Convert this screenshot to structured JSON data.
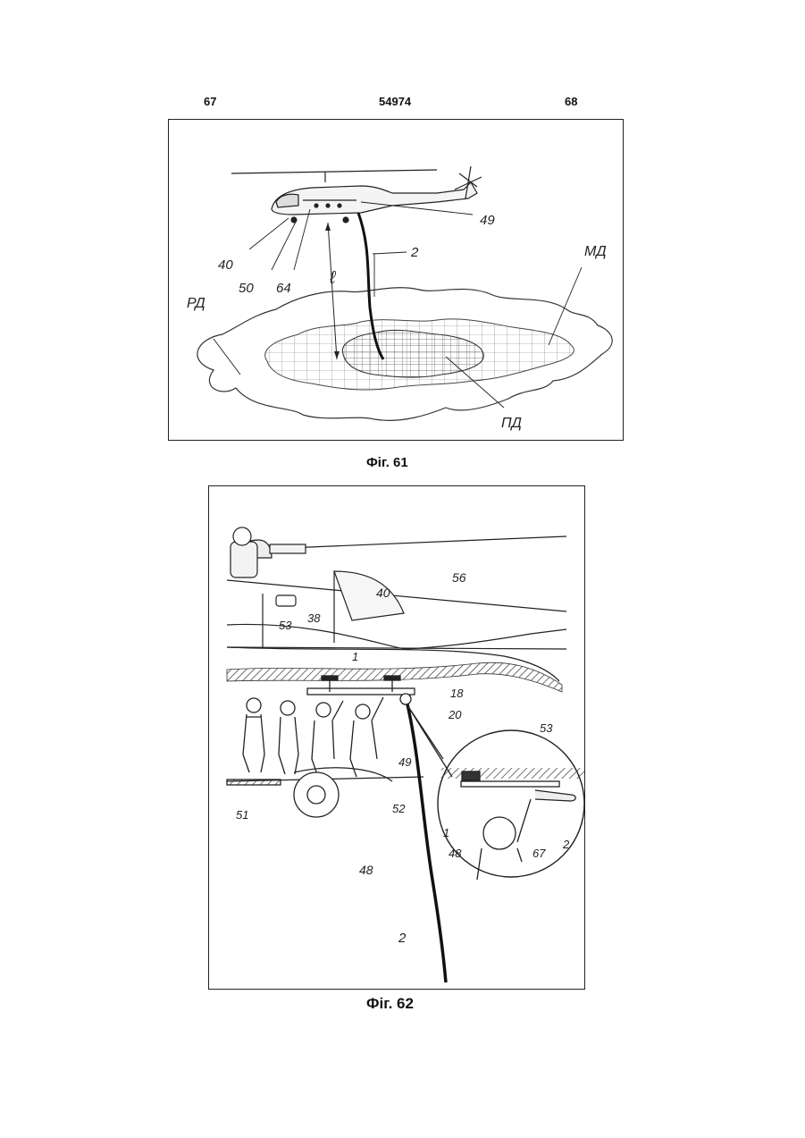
{
  "header": {
    "page_left": "67",
    "patent_number": "54974",
    "page_right": "68"
  },
  "figure61": {
    "caption": "Фіг. 61",
    "labels": {
      "l40": "40",
      "l50": "50",
      "l64": "64",
      "l49": "49",
      "l2": "2",
      "lRD": "РД",
      "lMD": "МД",
      "lPD": "ПД",
      "lL": "ℓ"
    }
  },
  "figure62": {
    "caption": "Фіг. 62",
    "labels": {
      "l40": "40",
      "l56": "56",
      "l38": "38",
      "l53": "53",
      "l1": "1",
      "l18": "18",
      "l20": "20",
      "l49": "49",
      "l51": "51",
      "l52": "52",
      "l48": "48",
      "l2": "2",
      "d53": "53",
      "d1": "1",
      "d48": "48",
      "d67": "67",
      "d2": "2"
    }
  }
}
